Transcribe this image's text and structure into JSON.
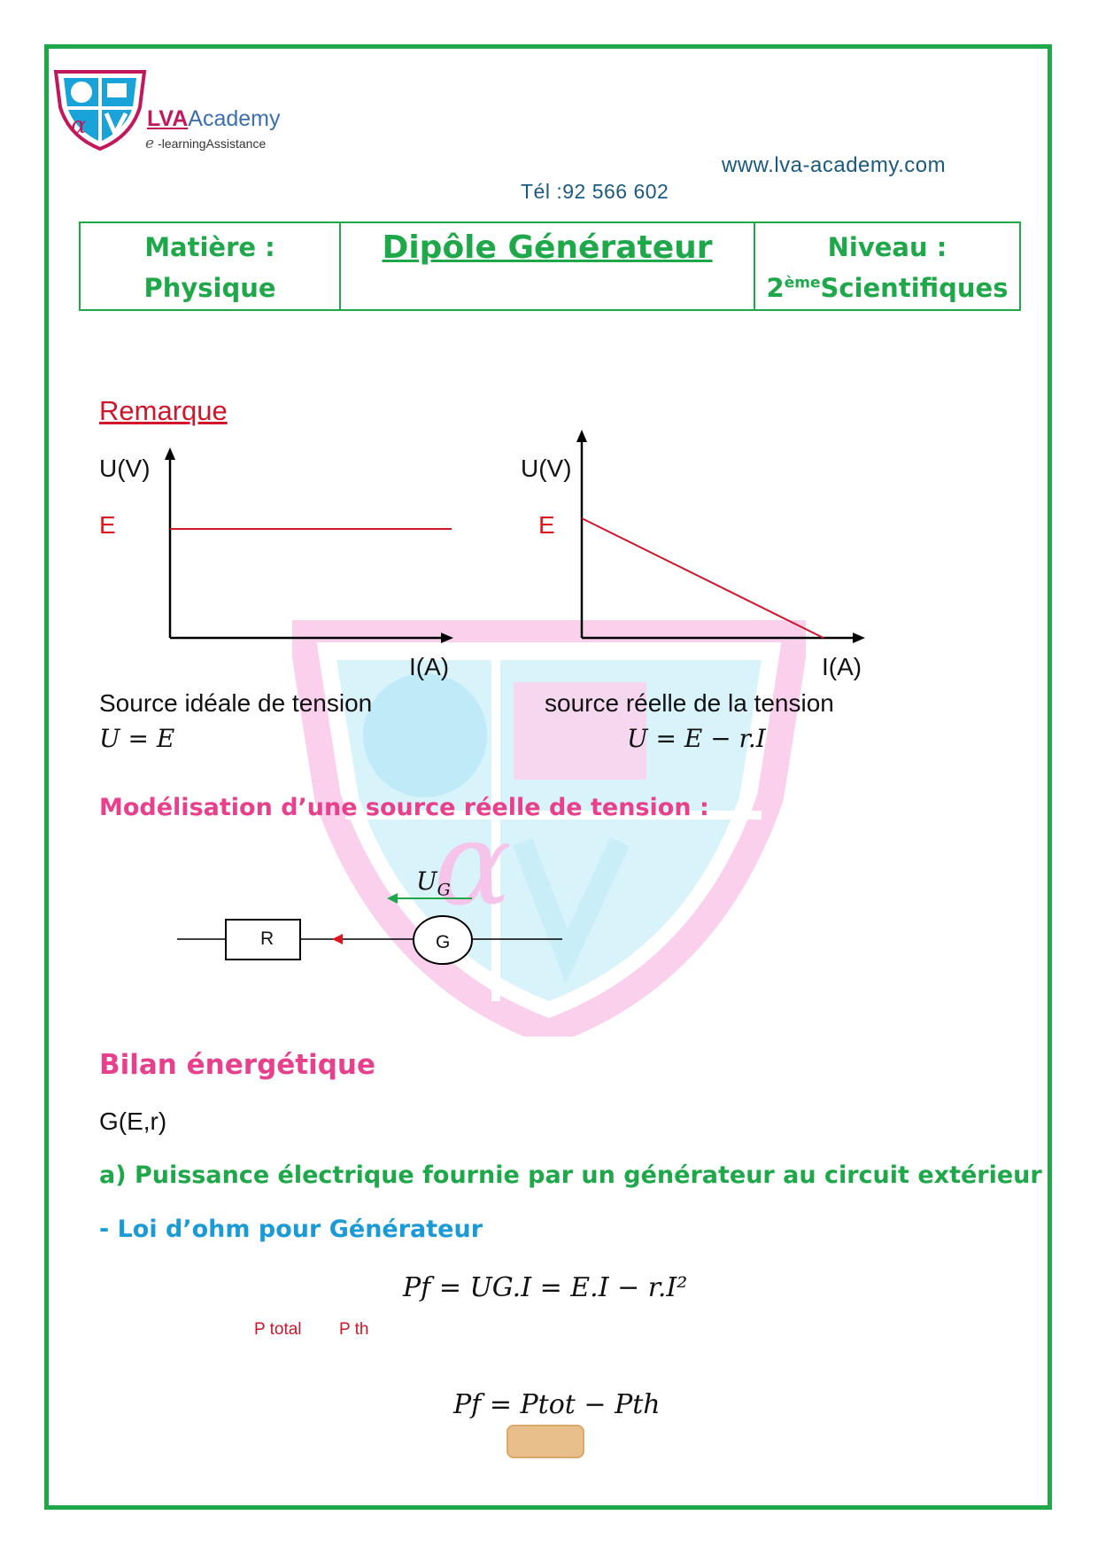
{
  "header": {
    "brand_prefix": "LVA",
    "brand_suffix": "Academy",
    "tagline_e": "e",
    "tagline": "-learningAssistance",
    "website": "www.lva-academy.com",
    "phone": "Tél :92 566 602"
  },
  "title_table": {
    "subject_label": "Matière :",
    "subject_value": "Physique",
    "title": "Dipôle Générateur",
    "level_label": "Niveau :",
    "level_num": "2",
    "level_sup": "ème",
    "level_value": "Scientifiques"
  },
  "remark": {
    "heading": "Remarque",
    "graph_left": {
      "ylabel": "U(V)",
      "xlabel": "I(A)",
      "level_label": "E",
      "caption": "Source idéale de tension",
      "formula": "U = E"
    },
    "graph_right": {
      "ylabel": "U(V)",
      "xlabel": "I(A)",
      "level_label": "E",
      "caption": "source réelle de la tension",
      "formula": "U = E − r.I"
    }
  },
  "model": {
    "heading": "Modélisation d’une source réelle de tension :",
    "voltage_label": "U",
    "voltage_sub": "G",
    "resistor_label": "R",
    "generator_label": "G"
  },
  "energy": {
    "heading": "Bilan énergétique",
    "notation": "G(E,r)",
    "section_a": "a) Puissance électrique fournie par un générateur au circuit extérieur",
    "ohm_law": "- Loi d’ohm pour Générateur",
    "formula1": "Pf = UG.I = E.I − r.I²",
    "label_total": "P total",
    "label_th": "P th",
    "formula2": "Pf = Ptot − Pth"
  },
  "colors": {
    "frame": "#1fa84a",
    "red": "#e0141e",
    "pink": "#e8408c",
    "blue": "#1a9ad6"
  },
  "icons": [
    "academy-logo",
    "watermark-logo"
  ]
}
